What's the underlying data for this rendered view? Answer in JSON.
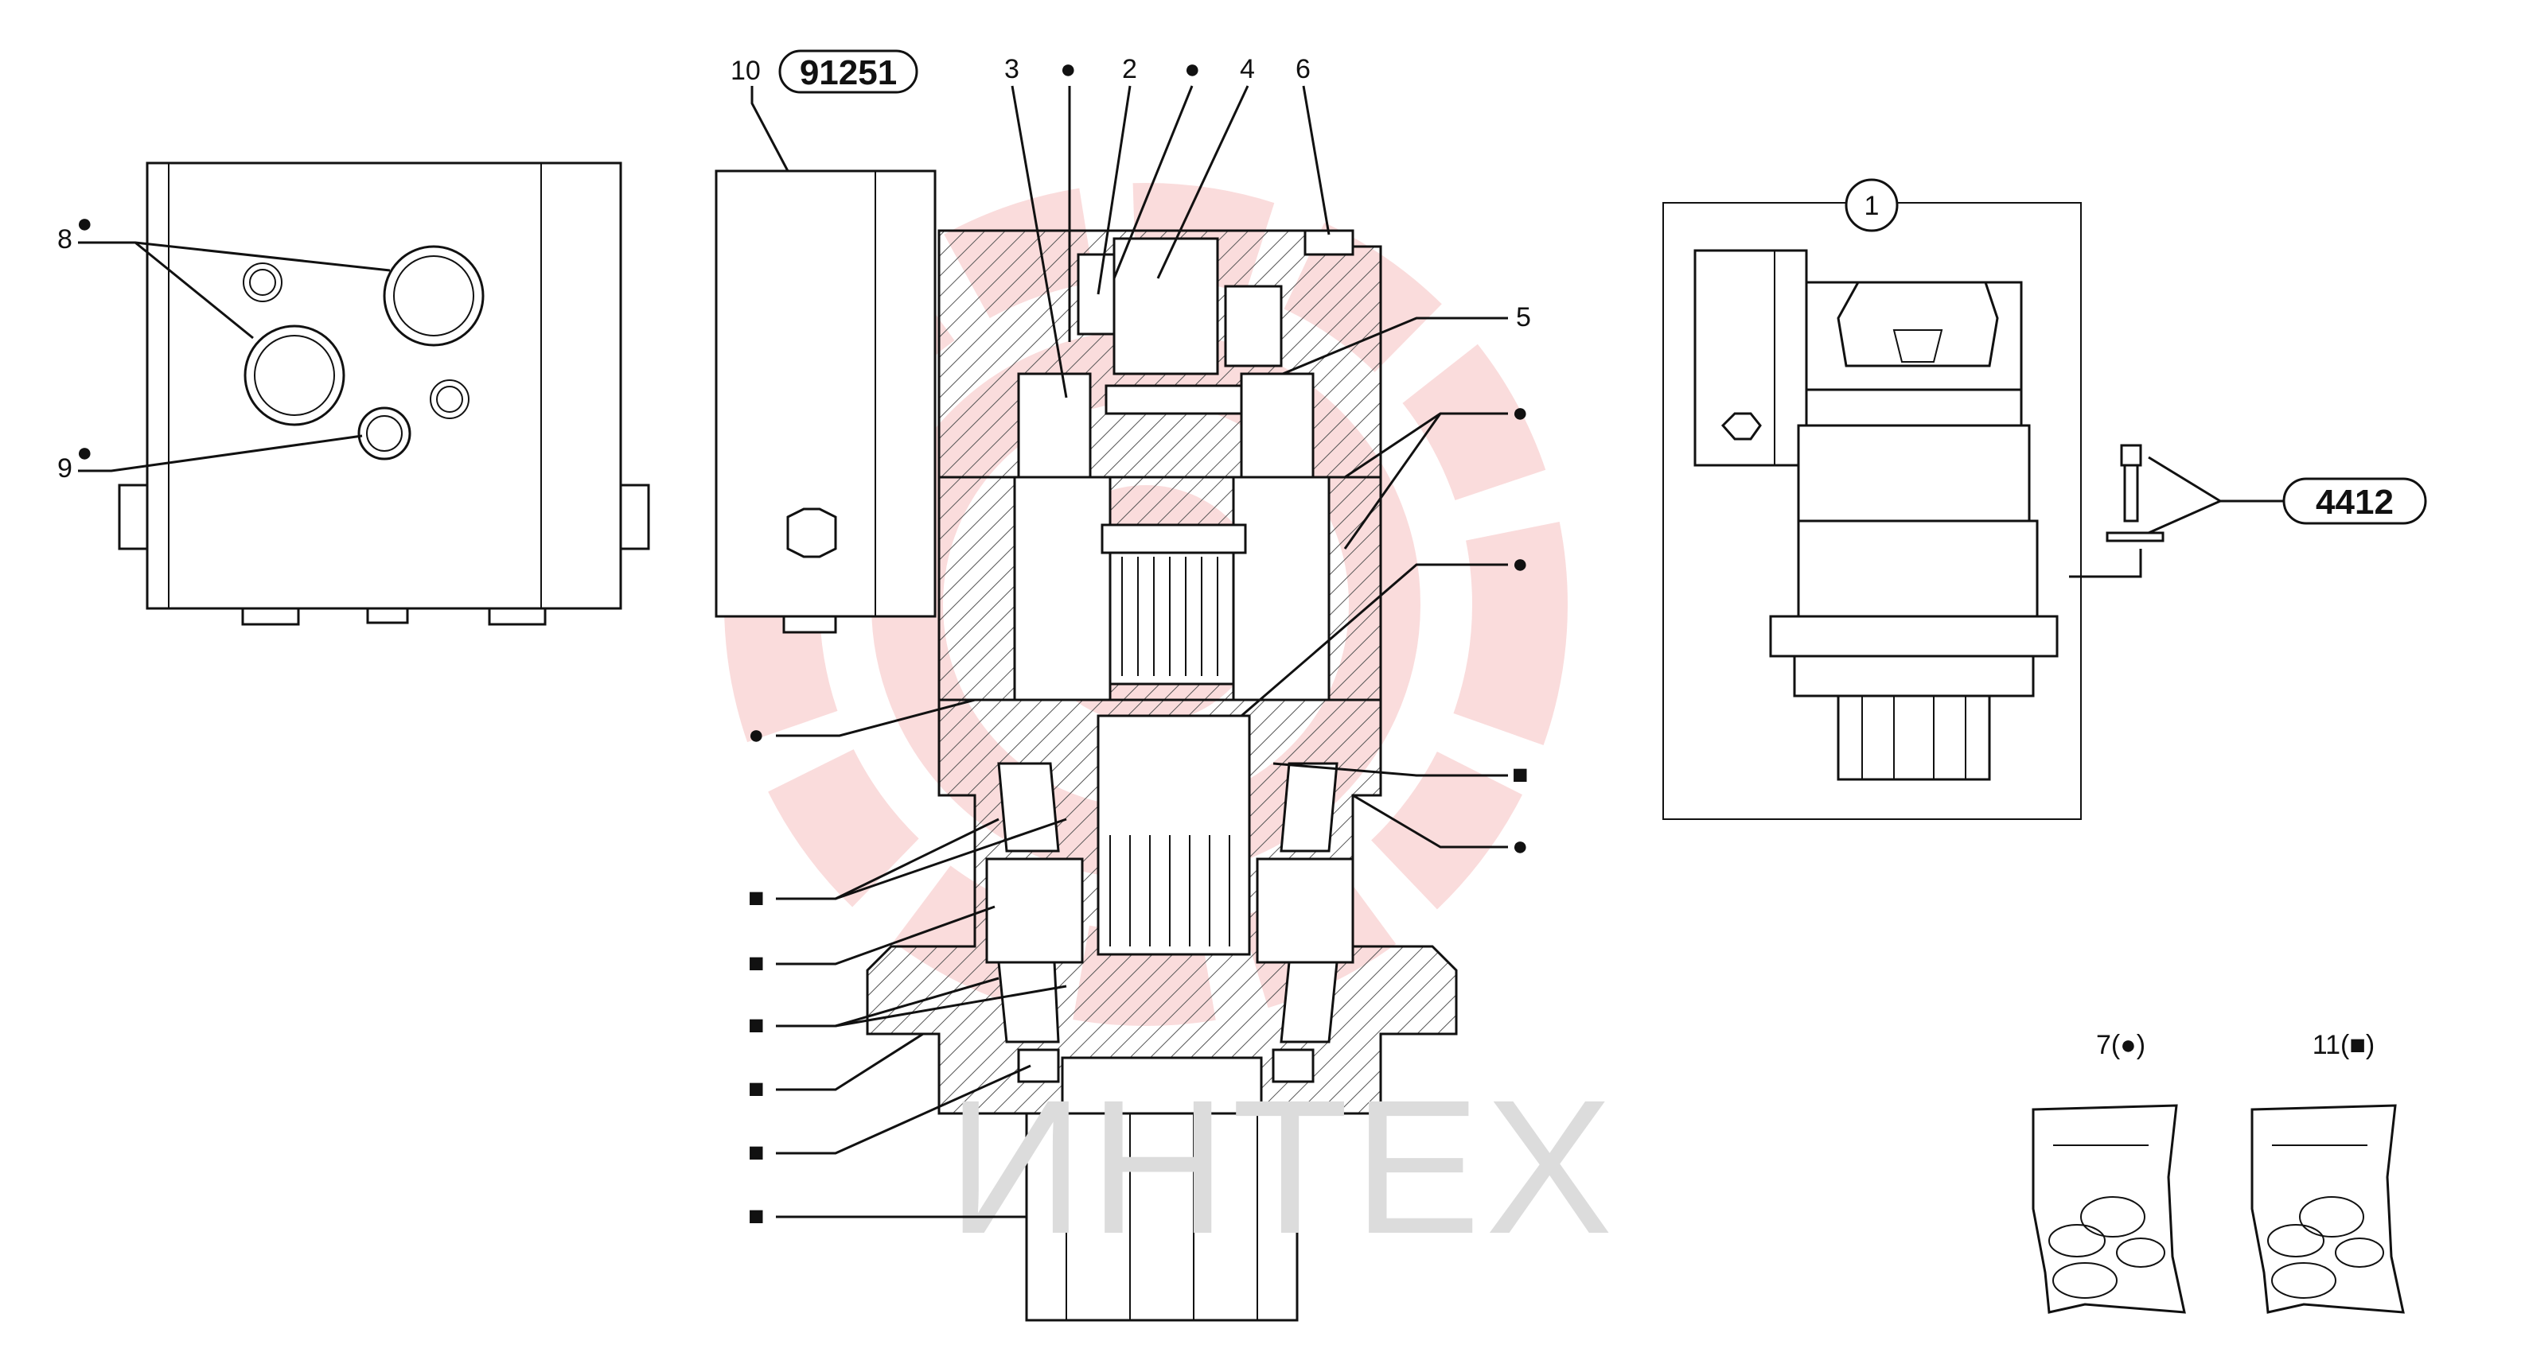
{
  "watermark": {
    "text": "ИНТЕХ",
    "color": "#dcdcdc",
    "logo_color": "#f6c0c0"
  },
  "labels": {
    "p1": "1",
    "p2": "2",
    "p3": "3",
    "p4": "4",
    "p5": "5",
    "p6": "6",
    "p8": "8",
    "p9": "9",
    "p10": "10",
    "p7": "7(●)",
    "p11": "11(■)"
  },
  "kit_codes": {
    "k91251": "91251",
    "k4412": "4412"
  },
  "markers": {
    "circle": "●",
    "square": "■"
  }
}
